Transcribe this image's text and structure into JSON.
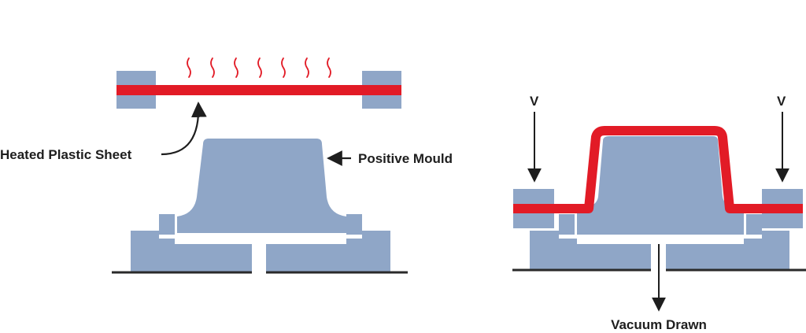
{
  "labels": {
    "heated_sheet": "Heated Plastic Sheet",
    "positive_mould": "Positive Mould",
    "vacuum_drawn": "Vacuum Drawn",
    "v_left": "V",
    "v_right": "V"
  },
  "colors": {
    "mould": "#8fa6c7",
    "sheet": "#e21b26",
    "text": "#1e1e1e",
    "base_line": "#2a2a2a"
  }
}
